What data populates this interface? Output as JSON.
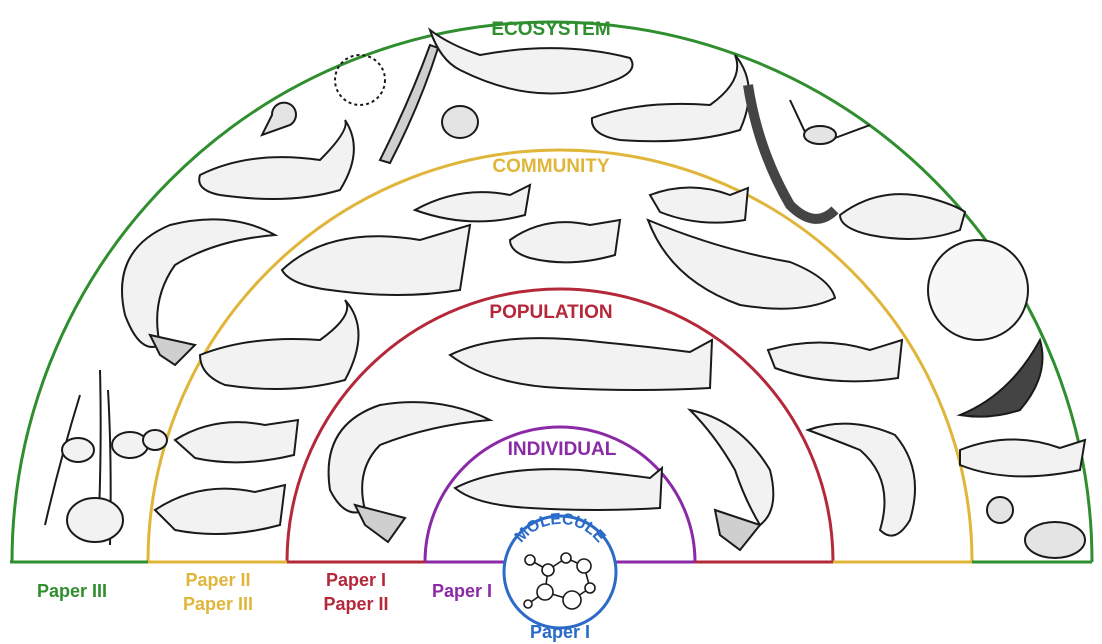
{
  "colors": {
    "ecosystem": "#2f8f2f",
    "community": "#e0b63a",
    "population": "#b5283a",
    "individual": "#8a2aa6",
    "molecule": "#2a6bc7",
    "ink": "#1a1a1a"
  },
  "levels": {
    "ecosystem": "ECOSYSTEM",
    "community": "COMMUNITY",
    "population": "POPULATION",
    "individual": "INDIVIDUAL",
    "molecule": "MOLECULE"
  },
  "papers": {
    "ecosystem": [
      "Paper III"
    ],
    "community": [
      "Paper II",
      "Paper III"
    ],
    "population": [
      "Paper I",
      "Paper II"
    ],
    "individual": [
      "Paper I"
    ],
    "molecule": [
      "Paper I"
    ]
  }
}
